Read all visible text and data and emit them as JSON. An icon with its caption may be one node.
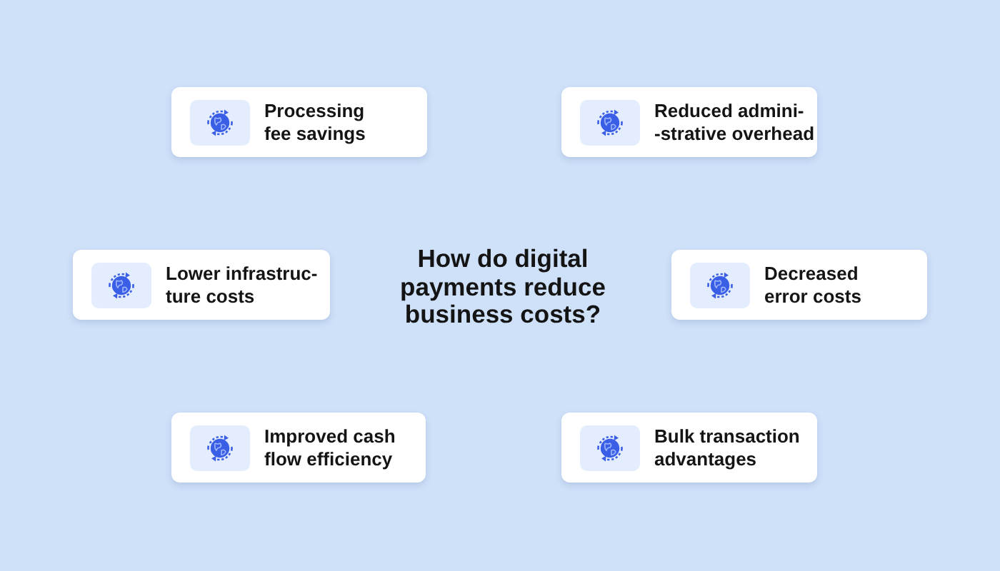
{
  "diagram": {
    "title": "How do digital payments reduce business costs?",
    "nodes": [
      {
        "text": [
          "Processing fee savings"
        ]
      },
      {
        "text": [
          "Reduced admini- -strative overhead"
        ]
      },
      {
        "text": [
          "Lower infrastruc- ture costs"
        ]
      },
      {
        "text": [
          "Decreased error costs"
        ]
      },
      {
        "text": [
          "Improved cash flow efficiency"
        ]
      },
      {
        "text": [
          "Bulk transaction advantages"
        ]
      }
    ]
  }
}
